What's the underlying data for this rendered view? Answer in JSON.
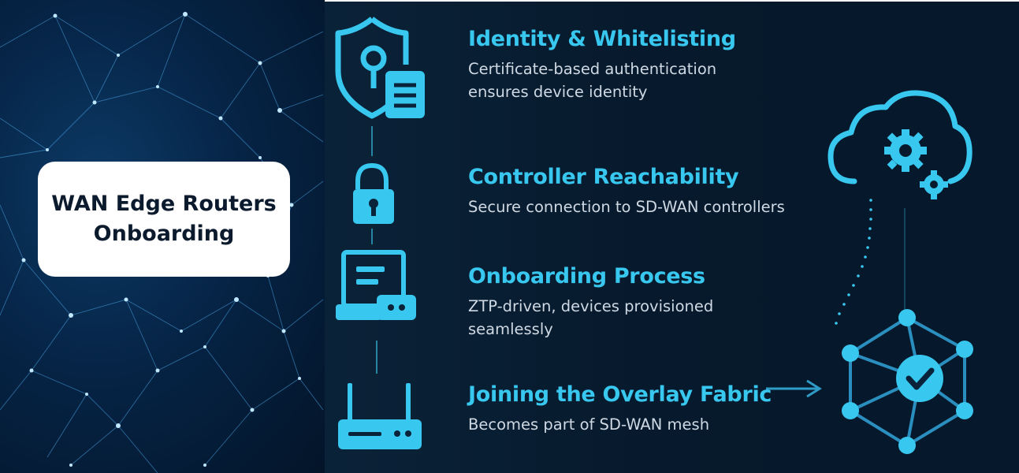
{
  "title_card": {
    "line1": "WAN Edge Routers",
    "line2": "Onboarding"
  },
  "steps": [
    {
      "title": "Identity & Whitelisting",
      "desc_line1": "Certificate-based authentication",
      "desc_line2": "ensures device identity",
      "icon": "shield-keyhole-document-icon"
    },
    {
      "title": "Controller Reachability",
      "desc_line1": "Secure connection to SD-WAN controllers",
      "icon": "padlock-icon"
    },
    {
      "title": "Onboarding Process",
      "desc_line1": "ZTP-driven, devices provisioned",
      "desc_line2": "seamlessly",
      "icon": "device-console-icon"
    },
    {
      "title": "Joining the Overlay Fabric",
      "desc_line1": "Becomes part of SD-WAN mesh",
      "icon": "router-icon"
    }
  ],
  "right_graphics": {
    "top_icon": "cloud-gears-icon",
    "bottom_icon": "mesh-checkmark-icon",
    "arrow_icon": "arrow-right-icon"
  },
  "colors": {
    "accent": "#38c7ee",
    "text_secondary": "#cfd9e4",
    "background": "#06182b"
  }
}
